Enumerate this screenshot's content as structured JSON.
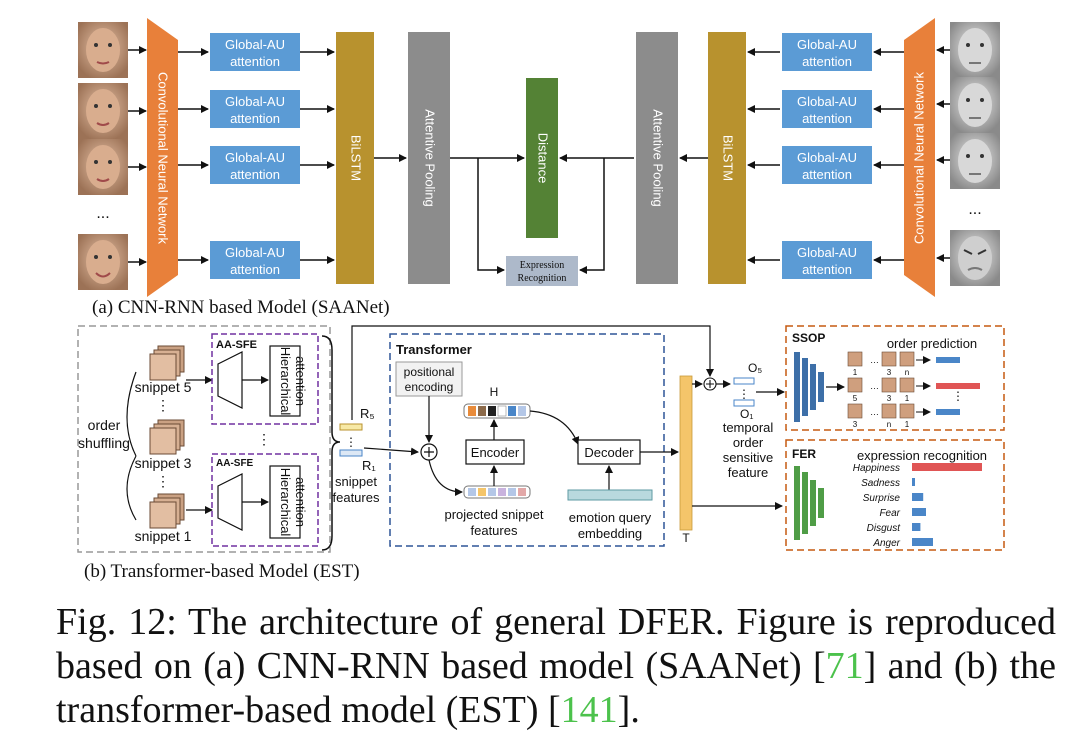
{
  "panel_a": {
    "caption": "(a) CNN-RNN based Model (SAANet)",
    "cnn_label": "Convolutional Neural Network",
    "au_label_line1": "Global-AU",
    "au_label_line2": "attention",
    "bilstm_label": "BiLSTM",
    "pooling_label": "Attentive Pooling",
    "distance_label": "Distance",
    "expr_recog_line1": "Expression",
    "expr_recog_line2": "Recognition",
    "ellipsis": "..."
  },
  "panel_b": {
    "caption": "(b) Transformer-based Model (EST)",
    "order_shuffling_line1": "order",
    "order_shuffling_line2": "shuffling",
    "snippet5": "snippet 5",
    "snippet3": "snippet 3",
    "snippet1": "snippet 1",
    "aasfe_label": "AA-SFE",
    "hier_line1": "Hierarchical",
    "hier_line2": "attention",
    "r5": "R₅",
    "r1": "R₁",
    "snippet_features_line1": "snippet",
    "snippet_features_line2": "features",
    "transformer_label": "Transformer",
    "pos_enc_line1": "positional",
    "pos_enc_line2": "encoding",
    "h_label": "H",
    "encoder_label": "Encoder",
    "decoder_label": "Decoder",
    "proj_line1": "projected snippet",
    "proj_line2": "features",
    "emq_line1": "emotion query",
    "emq_line2": "embedding",
    "t_label": "T",
    "o5": "O₅",
    "o1": "O₁",
    "tosf_line1": "temporal",
    "tosf_line2": "order",
    "tosf_line3": "sensitive",
    "tosf_line4": "feature",
    "ssop_label": "SSOP",
    "order_prediction": "order prediction",
    "fer_label": "FER",
    "expression_recognition": "expression recognition",
    "emotions": [
      "Happiness",
      "Sadness",
      "Surprise",
      "Fear",
      "Disgust",
      "Anger"
    ],
    "emotion_scores": [
      1.0,
      0.04,
      0.16,
      0.2,
      0.12,
      0.3
    ],
    "ssop_row_labels": [
      [
        "1",
        "3",
        "n"
      ],
      [
        "5",
        "3",
        "1"
      ],
      [
        "3",
        "n",
        "1"
      ]
    ]
  },
  "caption": {
    "text1": "Fig. 12: The architecture of general DFER. Figure is reproduced based on (a) CNN-RNN based model (SAANet) [",
    "ref1": "71",
    "text2": "] and (b) the transformer-based model (EST) [",
    "ref2": "141",
    "text3": "]."
  },
  "colors": {
    "cnn_orange": "#e8803a",
    "au_blue": "#5b9bd5",
    "bilstm_gold": "#b8922e",
    "pooling_gray": "#8c8c8c",
    "distance_green": "#548235",
    "expr_box": "#adb9ca",
    "ssop_border": "#c55a11",
    "bar_red": "#e05555",
    "bar_blue": "#4a86c8",
    "transformer_border": "#2f5597",
    "aasfe_border": "#7030a0",
    "t_bar": "#f4c56a",
    "caption_ref_green": "#4cc24c"
  }
}
